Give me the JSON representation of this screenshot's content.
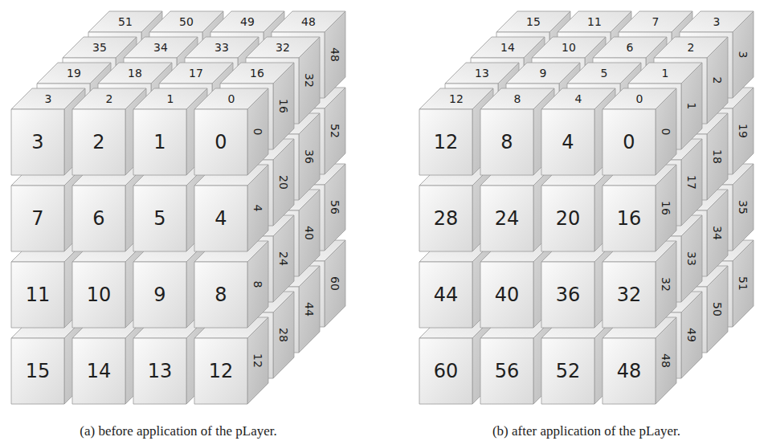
{
  "diagram": {
    "labels": [
      "3",
      "2",
      "1",
      "0",
      "7",
      "6",
      "5",
      "4",
      "11",
      "10",
      "9",
      "8",
      "15",
      "14",
      "13",
      "12",
      "51",
      "50",
      "49",
      "48",
      "35",
      "34",
      "33",
      "32",
      "19",
      "18",
      "17",
      "16",
      "3",
      "2",
      "1",
      "0",
      "0",
      "16",
      "32",
      "48",
      "4",
      "20",
      "36",
      "52",
      "8",
      "24",
      "40",
      "56",
      "12",
      "28",
      "44",
      "60",
      "12",
      "8",
      "4",
      "0",
      "28",
      "24",
      "20",
      "16",
      "44",
      "40",
      "36",
      "32",
      "60",
      "56",
      "52",
      "48",
      "15",
      "11",
      "7",
      "3",
      "14",
      "10",
      "6",
      "2",
      "13",
      "9",
      "5",
      "1",
      "12",
      "8",
      "4",
      "0",
      "0",
      "1",
      "2",
      "3",
      "16",
      "17",
      "18",
      "19",
      "32",
      "33",
      "34",
      "35",
      "48",
      "49",
      "50",
      "51",
      "(a) before application of the pLayer.",
      "(b) after application of the pLayer."
    ]
  }
}
